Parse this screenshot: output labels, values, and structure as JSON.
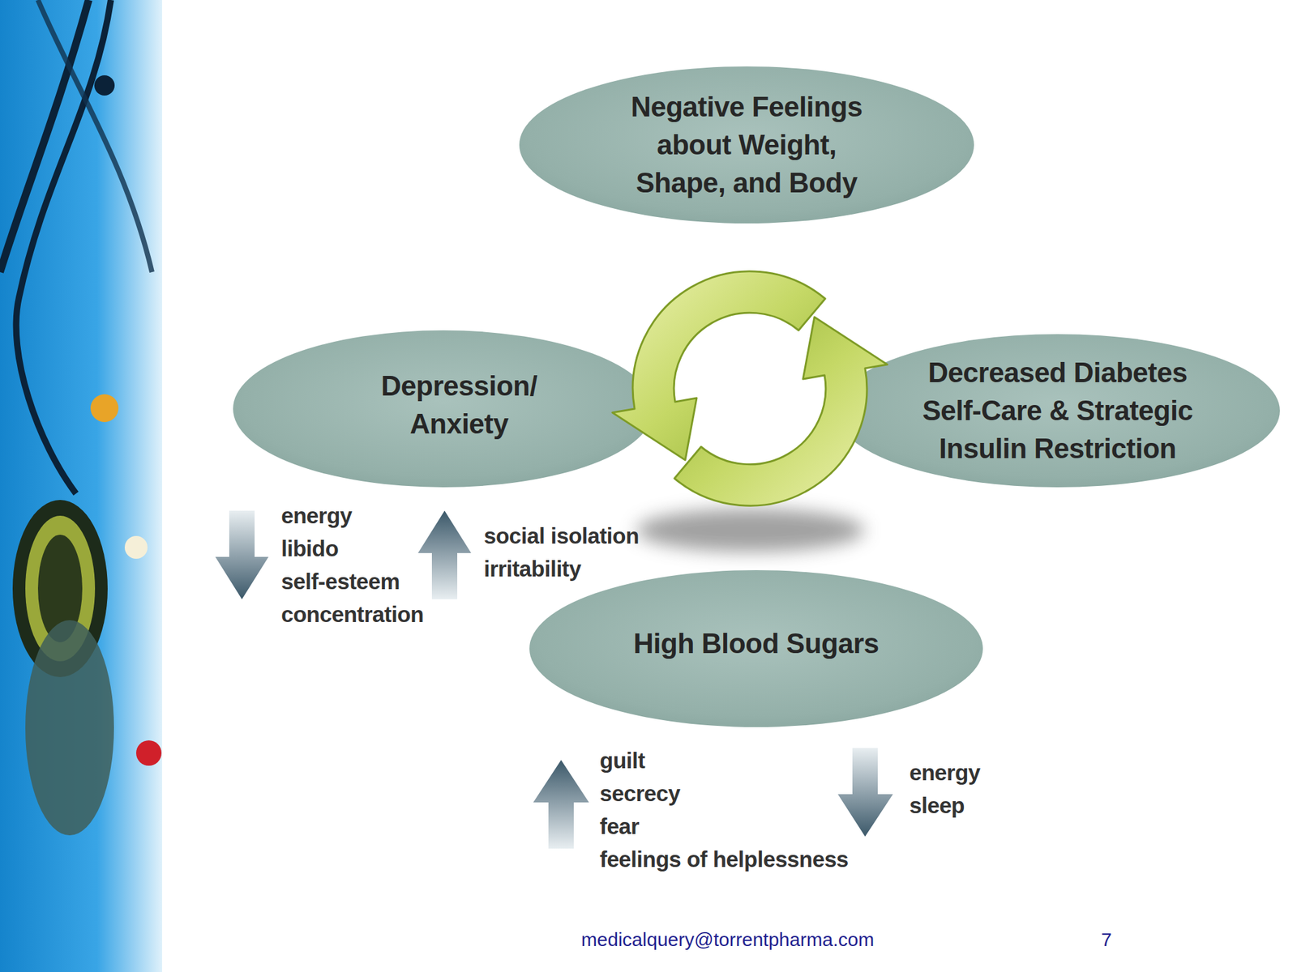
{
  "diagram": {
    "nodes": [
      {
        "text": [
          "Negative Feelings about Weight, Shape, and Body"
        ]
      },
      {
        "text": [
          "Depression/ Anxiety"
        ]
      },
      {
        "text": [
          "Decreased Diabetes Self-Care & Strategic Insulin Restriction"
        ]
      },
      {
        "text": [
          "High Blood Sugars"
        ]
      }
    ],
    "labels": [
      "energy",
      "libido",
      "self-esteem",
      "concentration",
      "social isolation",
      "irritability",
      "guilt",
      "secrecy",
      "fear",
      "feelings of helplessness",
      "energy",
      "sleep",
      "medicalquery@torrentpharma.com",
      "7"
    ]
  }
}
